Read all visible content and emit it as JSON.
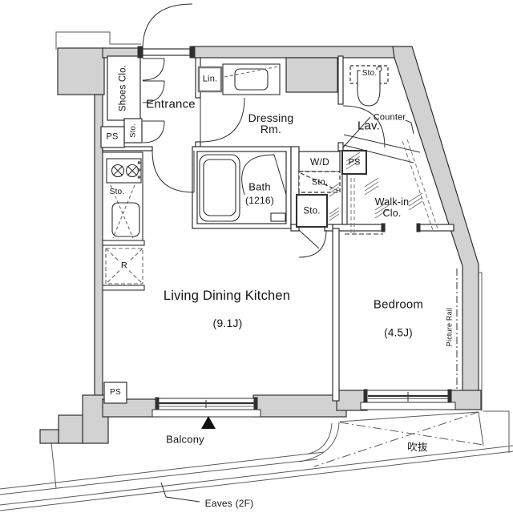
{
  "plan": {
    "type": "apartment-floorplan",
    "labels": {
      "entrance": "Entrance",
      "shoes_closet": "Shoes Clo.",
      "storage": "Sto.",
      "pipe_space": "PS",
      "linen": "Lin.",
      "dressing_1": "Dressing",
      "dressing_2": "Rm.",
      "lavatory": "Lav.",
      "counter": "Counter",
      "bath_1": "Bath",
      "bath_2": "(1216)",
      "washer_dryer": "W/D",
      "walk_in_1": "Walk-in",
      "walk_in_2": "Clo.",
      "ldk_1": "Living Dining Kitchen",
      "ldk_2": "(9.1J)",
      "bedroom_1": "Bedroom",
      "bedroom_2": "(4.5J)",
      "picture_rail": "Picture Rail",
      "balcony": "Balcony",
      "void": "吹抜",
      "eaves": "Eaves (2F)",
      "refrigerator": "R"
    },
    "colors": {
      "wall_fill": "#d2d2d2",
      "line": "#2f2f2f",
      "bg": "#ffffff"
    }
  }
}
